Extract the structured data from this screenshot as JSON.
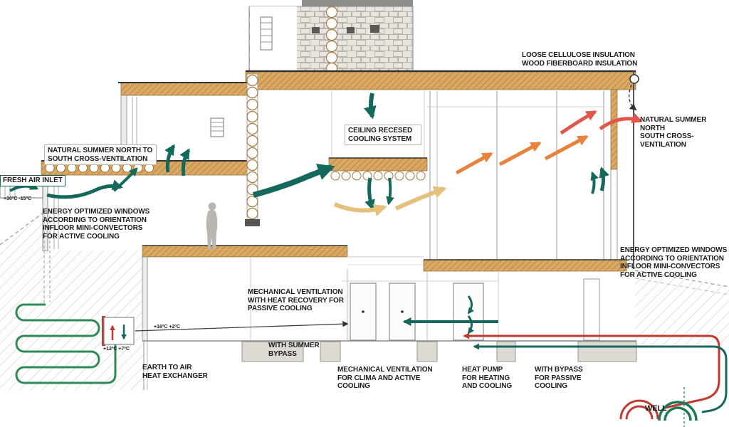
{
  "labels": {
    "insulation": "LOOSE CELLULOSE INSULATION\nWOOD FIBERBOARD INSULATION",
    "natural_vent_right": "NATURAL SUMMER NORTH\nSOUTH CROSS-VENTILATION",
    "ceiling_cooling": "CEILING RECESED\nCOOLING SYSTEM",
    "natural_vent_left": "NATURAL SUMMER NORTH TO\nSOUTH CROSS-VENTILATION",
    "fresh_air_inlet": "FRESH AIR INLET",
    "temp_inlet": "+30ºC  -15ºC",
    "windows_left": "ENERGY OPTIMIZED WINDOWS\nACCORDING TO ORIENTATION\nINFLOOR MINI-CONVECTORS\nFOR ACTIVE COOLING",
    "windows_right": "ENERGY OPTIMIZED WINDOWS\nACCORDING TO ORIENTATION\nINFLOOR MINI-CONVECTORS\nFOR ACTIVE COOLING",
    "mech_vent_passive": "MECHANICAL VENTILATION\nWITH HEAT RECOVERY FOR\nPASSIVE COOLING",
    "summer_bypass": "WITH SUMMER\nBYPASS",
    "temp_supply": "+16ºC +2ºC",
    "temp_ground": "+12ºC +7ºC",
    "earth_exchanger": "EARTH TO AIR\nHEAT EXCHANGER",
    "mech_vent_clima": "MECHANICAL VENTILATION\nFOR CLIMA AND ACTIVE\nCOOLING",
    "heat_pump": "HEAT PUMP\nFOR HEATING\nAND COOLING",
    "bypass_passive": "WITH BYPASS\nFOR PASSIVE\nCOOLING",
    "well": "WELL"
  },
  "colors": {
    "cool_air": "#15685c",
    "ground_loop": "#2e8b57",
    "warm_air": "#e8823c",
    "hot_air": "#e2574c",
    "mixed_air": "#e5c07b",
    "hot_pipe": "#c4392f",
    "wood": "#d9a963"
  }
}
